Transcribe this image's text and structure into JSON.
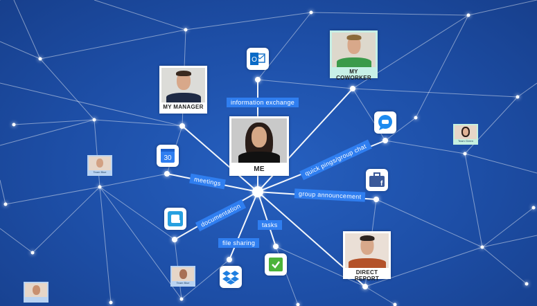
{
  "people": {
    "manager": "MY MANAGER",
    "coworker": "MY COWORKER",
    "me": "ME",
    "direct_report": "DIRECT REPORT"
  },
  "small_cards": {
    "team_blue": "Team Blue",
    "team_green": "Team Green"
  },
  "edge_labels": {
    "information_exchange": "information exchange",
    "quick_pings": "quick pings/group chat",
    "meetings": "meetings",
    "group_announcement": "group announcement",
    "documentation": "documentation",
    "tasks": "tasks",
    "file_sharing": "file sharing"
  },
  "apps": {
    "outlook": "outlook-icon",
    "calendar": "calendar-icon",
    "calendar_day": "30",
    "chat": "chat-bubble-icon",
    "facebook": "facebook-groups-icon",
    "quip": "quip-icon",
    "dropbox": "dropbox-icon",
    "tasks": "checkmark-icon"
  },
  "colors": {
    "background": "#1d4ea6",
    "tag": "#2f7ef0",
    "line": "#ffffff"
  }
}
